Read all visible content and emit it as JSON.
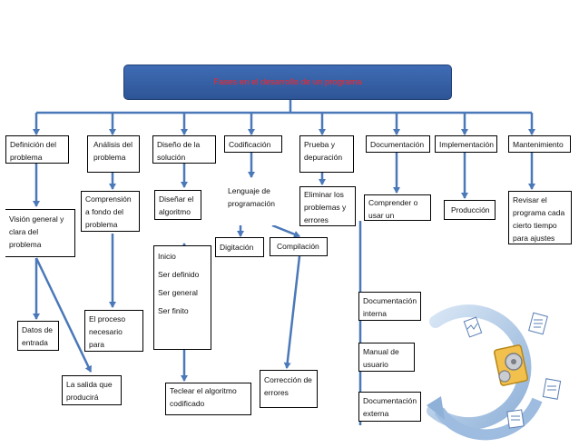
{
  "title": "Fases en el desarrollo de un programa",
  "phases": [
    {
      "label": "Definición del\nproblema"
    },
    {
      "label": "Análisis del\nproblema"
    },
    {
      "label": "Diseño de la\nsolución"
    },
    {
      "label": "Codificación"
    },
    {
      "label": "Prueba y\ndepuración"
    },
    {
      "label": "Documentación"
    },
    {
      "label": "Implementación"
    },
    {
      "label": "Mantenimiento"
    }
  ],
  "details": {
    "vision": "Visión general y\nclara del\nproblema",
    "datos_entrada": "Datos de\nentrada",
    "salida": "La salida que\nproducirá",
    "comprension": "Comprensión\na fondo del\nproblema",
    "proceso": "El proceso\nnecesario para\nsu solución",
    "disenar": "Diseñar el\nalgoritmo",
    "props": "Inicio\nSer definido\nSer general\nSer finito",
    "teclear": "Teclear el algoritmo\ncodificado",
    "lenguaje": "Lenguaje de\nprogramación",
    "digitacion": "Digitación",
    "compilacion": "Compilación",
    "correccion": "Corrección de\nerrores",
    "eliminar": "Eliminar los\nproblemas y\nerrores",
    "comprender": "Comprender o\nusar un programa",
    "doc_interna": "Documentación\ninterna",
    "manual": "Manual de\nusuario",
    "doc_externa": "Documentación\nexterna",
    "produccion": "Producción",
    "revisar": "Revisar el\nprograma cada\ncierto tiempo\npara ajustes"
  },
  "colors": {
    "title_bg": "#3a65ad",
    "title_text": "#ff2222",
    "connector": "#4a78b8"
  },
  "illustration": {
    "icon": "software-development-cycle-icon"
  }
}
